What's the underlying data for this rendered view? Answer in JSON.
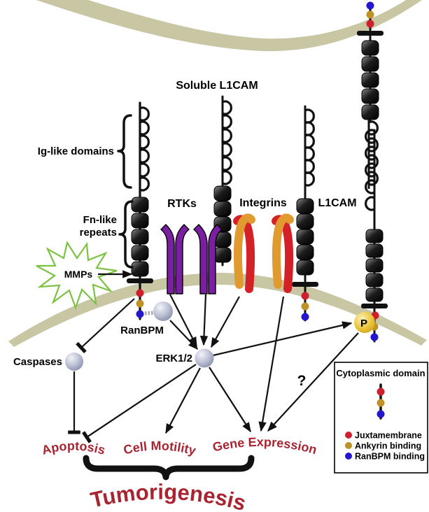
{
  "figure": {
    "labels": {
      "soluble_l1cam": "Soluble L1CAM",
      "ig_like": "Ig-like domains",
      "fn_like": [
        "Fn-like",
        "repeats"
      ],
      "rtks": "RTKs",
      "integrins": "Integrins",
      "l1cam": "L1CAM",
      "mmps": "MMPs",
      "ranbpm": "RanBPM",
      "caspases": "Caspases",
      "erk": "ERK1/2",
      "phospho": "P",
      "question_mark": "?"
    },
    "outcomes": {
      "apoptosis": "Apoptosis",
      "cell_motility": "Cell Motility",
      "gene_expression": "Gene Expression",
      "tumorigenesis": "Tumorigenesis"
    },
    "legend": {
      "title": "Cytoplasmic domain",
      "items": [
        {
          "label": "Juxtamembrane",
          "color": "#ce1f2c"
        },
        {
          "label": "Ankyrin binding",
          "color": "#be9227"
        },
        {
          "label": "RanBPM binding",
          "color": "#2417ce"
        }
      ]
    },
    "colors": {
      "membrane": "#c9c6a4",
      "rtk_purple": "#7b1fa2",
      "integrin_alpha": "#e09a30",
      "integrin_beta": "#d42127",
      "mmp_green": "#7cc242",
      "text_red": "#a92430",
      "dot_red": "#ce1f2c",
      "dot_gold": "#be9227",
      "dot_blue": "#2417ce",
      "phospho_gold": "#edc73b",
      "protein_sphere": "#b8bdd2"
    }
  }
}
